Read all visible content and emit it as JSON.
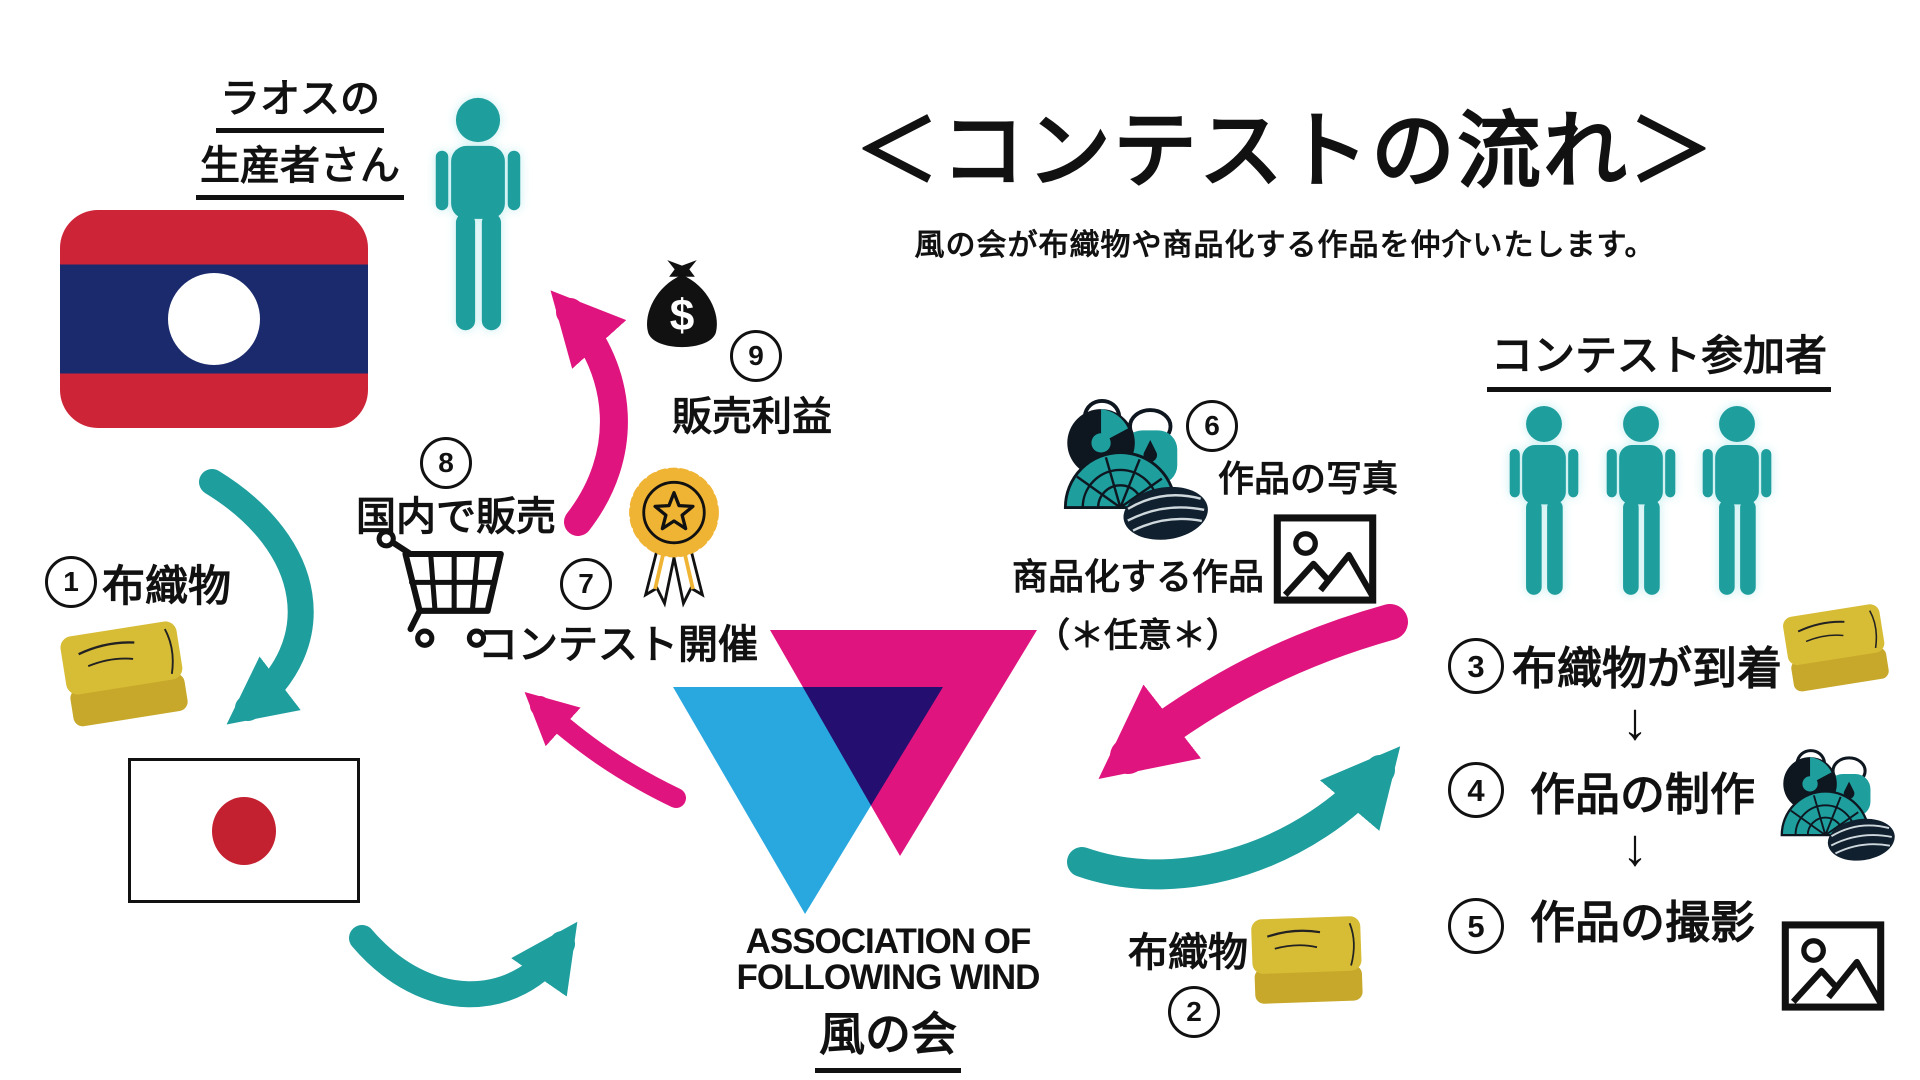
{
  "title": "＜コンテストの流れ＞",
  "subtitle": "風の会が布織物や商品化する作品を仲介いたします。",
  "laos": {
    "line1": "ラオスの",
    "line2": "生産者さん"
  },
  "participants": {
    "heading": "コンテスト参加者"
  },
  "org": {
    "en1": "ASSOCIATION OF",
    "en2": "FOLLOWING WIND",
    "jp": "風の会"
  },
  "product": {
    "line1": "商品化する作品",
    "line2": "（＊任意＊）"
  },
  "steps": {
    "s1": {
      "num": "1",
      "label": "布織物"
    },
    "s2": {
      "num": "2",
      "label": "布織物"
    },
    "s3": {
      "num": "3",
      "label": "布織物が到着"
    },
    "s4": {
      "num": "4",
      "label": "作品の制作"
    },
    "s5": {
      "num": "5",
      "label": "作品の撮影"
    },
    "s6": {
      "num": "6",
      "label": "作品の写真"
    },
    "s7": {
      "num": "7",
      "label": "コンテスト開催"
    },
    "s8": {
      "num": "8",
      "label": "国内で販売"
    },
    "s9": {
      "num": "9",
      "label": "販売利益"
    }
  },
  "glyphs": {
    "down_arrow": "↓",
    "dollar": "$"
  },
  "colors": {
    "teal": "#1F9E9E",
    "pink": "#E0147F",
    "lightblue": "#29A8E0",
    "gold": "#F0B434",
    "yellow": "#D7BC36",
    "yellow-dark": "#C7A82A",
    "laos-red": "#CE2438",
    "laos-blue": "#1A2A6C",
    "japan-red": "#C32030",
    "ink": "#111111"
  }
}
